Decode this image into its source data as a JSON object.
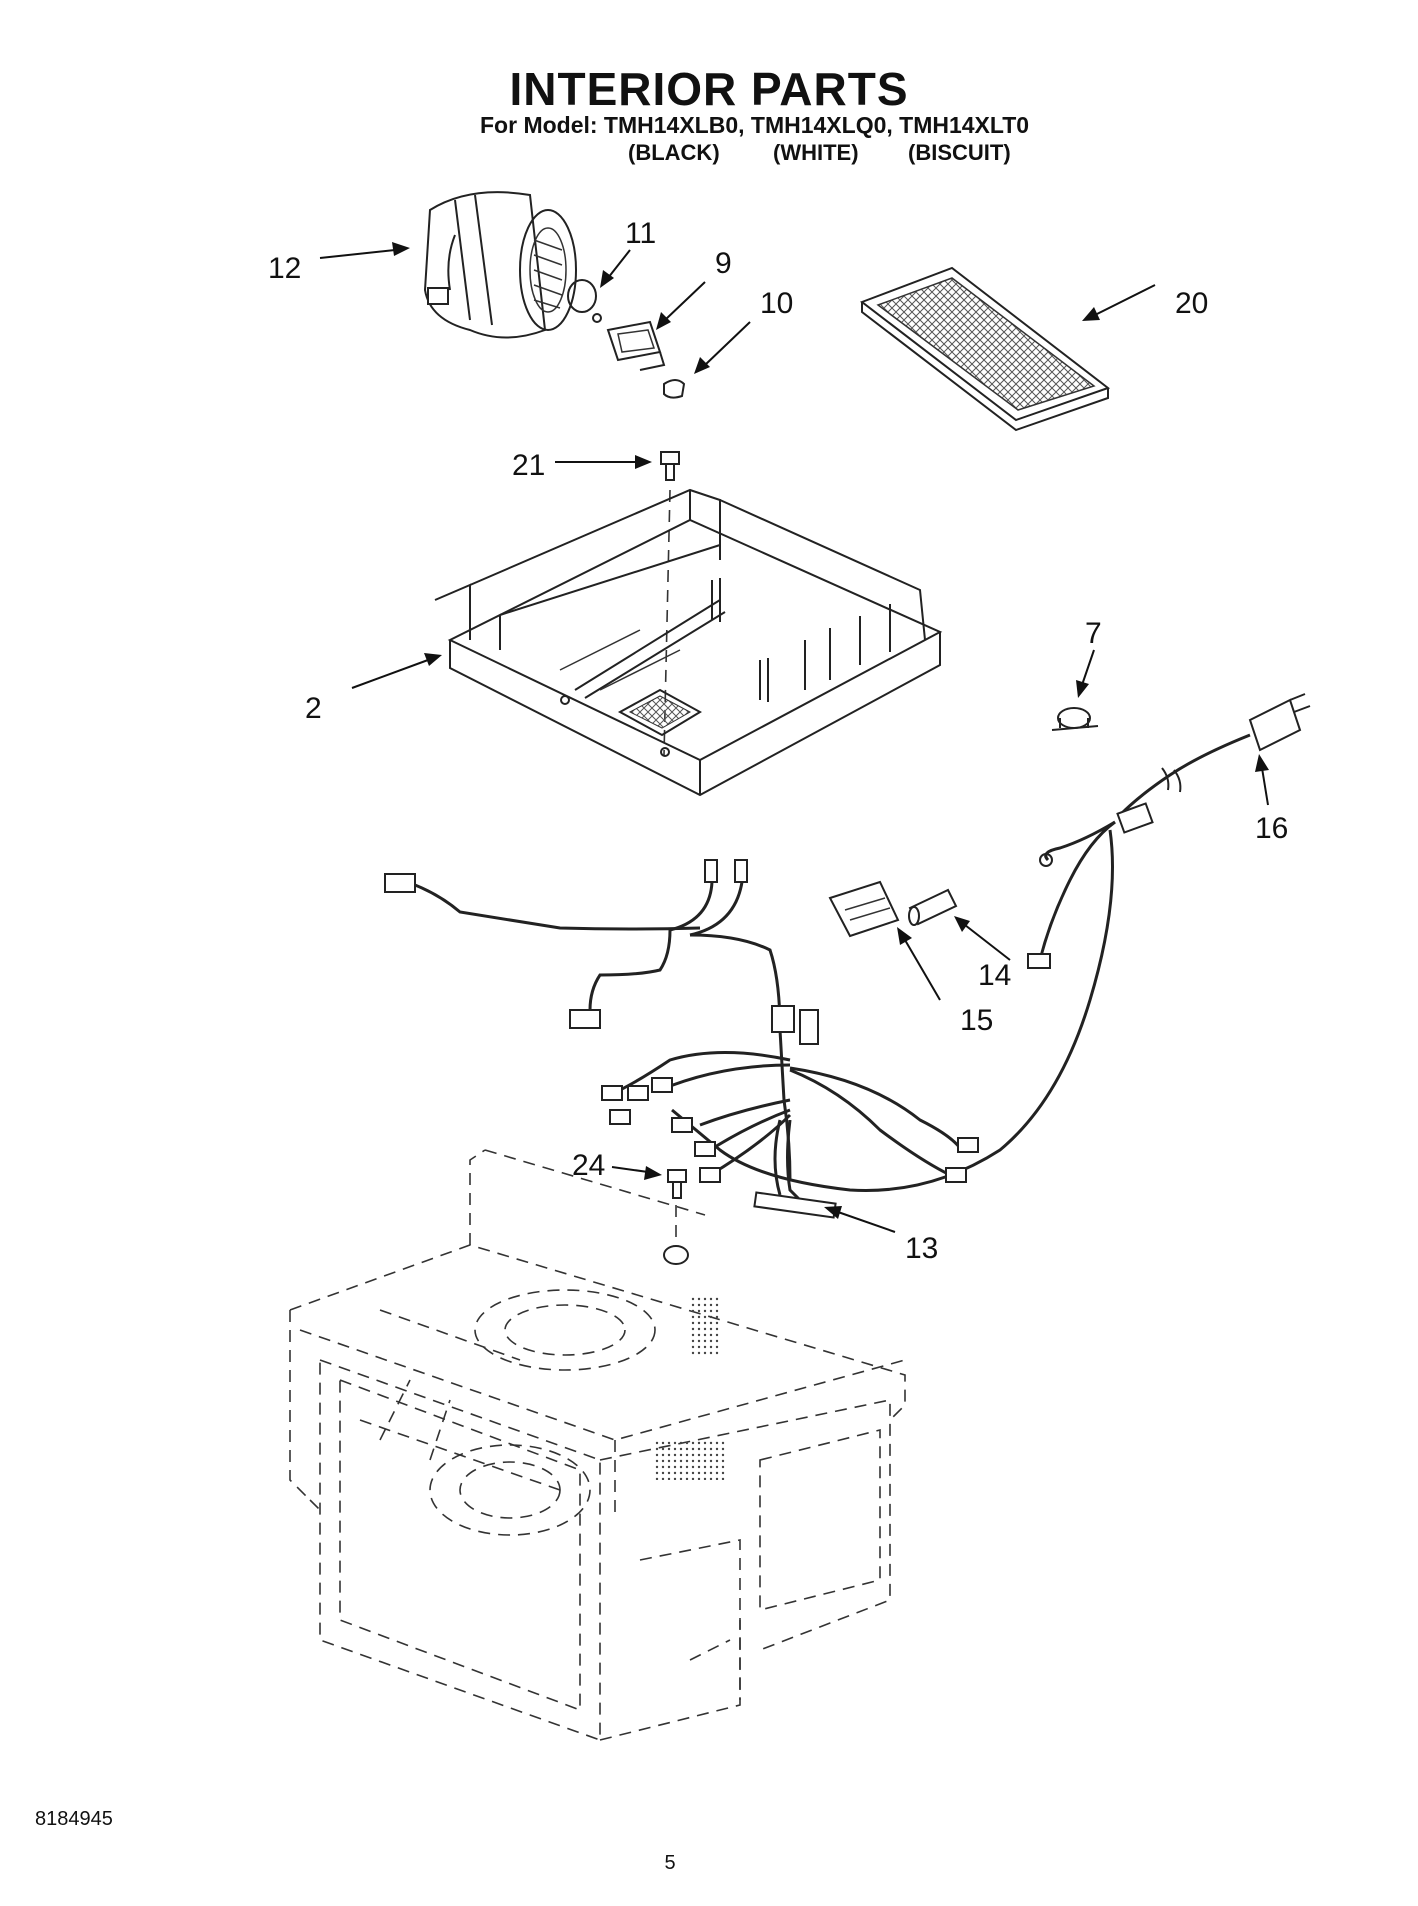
{
  "title": "INTERIOR PARTS",
  "subtitle": "For Model: TMH14XLB0, TMH14XLQ0, TMH14XLT0",
  "variants": [
    "(BLACK)",
    "(WHITE)",
    "(BISCUIT)"
  ],
  "callouts": [
    "12",
    "11",
    "9",
    "10",
    "20",
    "21",
    "2",
    "7",
    "16",
    "14",
    "15",
    "24",
    "13"
  ],
  "document_number": "8184945",
  "page_number": "5"
}
